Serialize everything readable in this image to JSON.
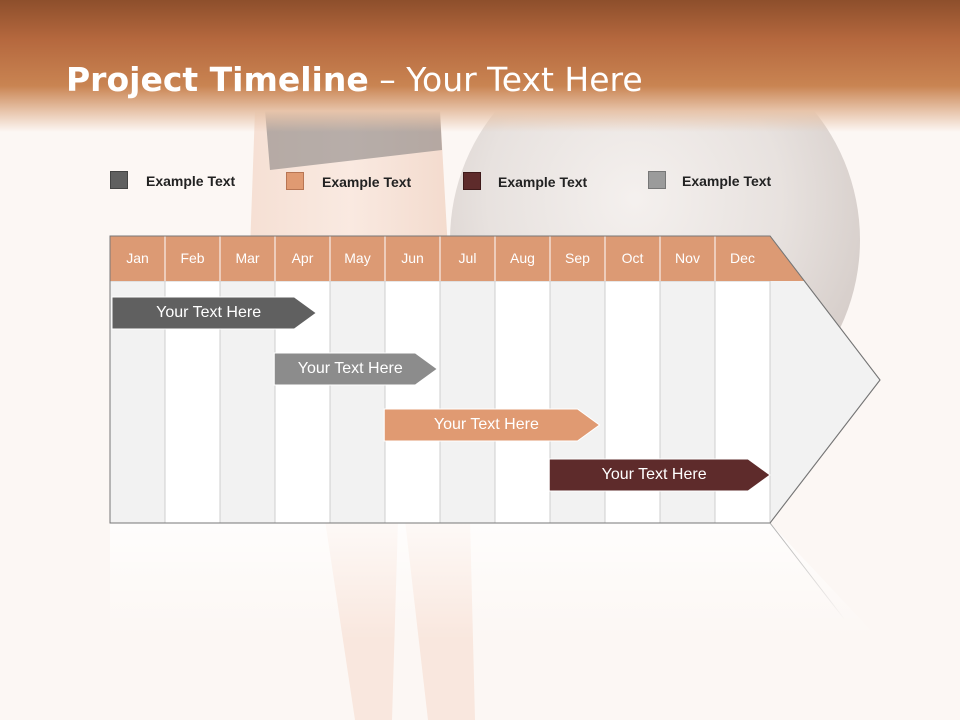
{
  "title": {
    "bold": "Project Timeline",
    "rest": " – Your Text Here"
  },
  "legend": [
    {
      "label": "Example Text",
      "color": "#606060"
    },
    {
      "label": "Example Text",
      "color": "#e09a72"
    },
    {
      "label": "Example Text",
      "color": "#5e2b2b"
    },
    {
      "label": "Example Text",
      "color": "#9b9b9b"
    }
  ],
  "months": [
    "Jan",
    "Feb",
    "Mar",
    "Apr",
    "May",
    "Jun",
    "Jul",
    "Aug",
    "Sep",
    "Oct",
    "Nov",
    "Dec"
  ],
  "tasks": [
    {
      "label": "Your  Text Here",
      "start": 0,
      "end": 3.75,
      "color": "#606060",
      "text_color": "#ffffff"
    },
    {
      "label": "Your  Text Here",
      "start": 2.95,
      "end": 5.95,
      "color": "#8c8c8c",
      "text_color": "#ffffff"
    },
    {
      "label": "Your  Text Here",
      "start": 4.95,
      "end": 8.9,
      "color": "#e09a72",
      "text_color": "#ffffff"
    },
    {
      "label": "Your  Text Here",
      "start": 7.95,
      "end": 12,
      "color": "#5e2b2b",
      "text_color": "#ffffff"
    }
  ],
  "colors": {
    "header_accent": "#dc9a74"
  }
}
